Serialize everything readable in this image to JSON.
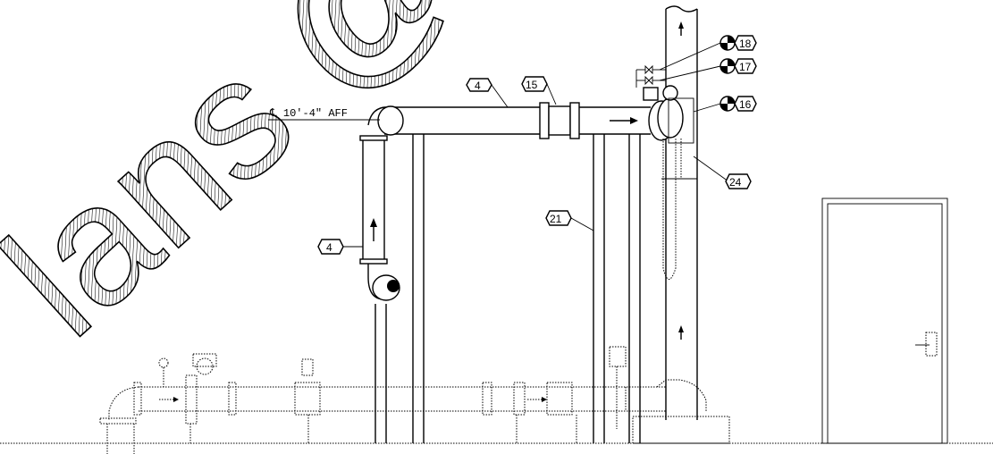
{
  "drawing": {
    "elevation_note": "℄ 10'-4\" AFF",
    "watermark": "lans @",
    "callouts": {
      "c4_pipe_top": "4",
      "c4_riser": "4",
      "c15": "15",
      "c16": "16",
      "c17": "17",
      "c18": "18",
      "c21": "21",
      "c24": "24"
    }
  }
}
